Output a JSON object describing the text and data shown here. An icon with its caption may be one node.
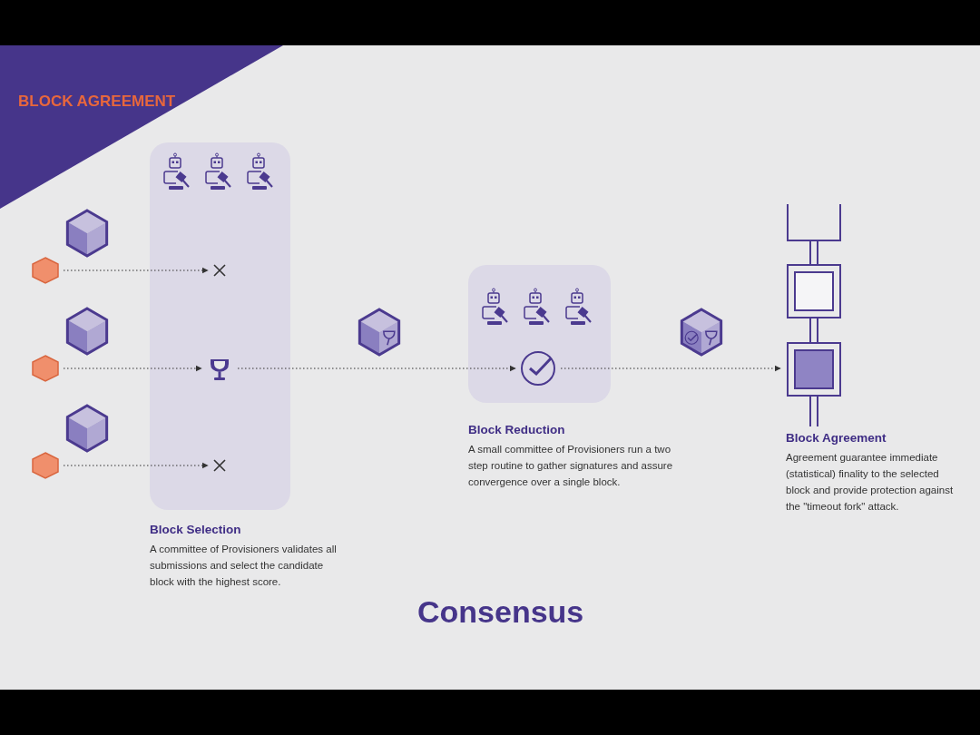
{
  "diagram": {
    "title": "BLOCK AGREEMENT",
    "caption": "Consensus",
    "nodes": [
      {
        "text": [],
        "shape": "hexagon"
      },
      {
        "text": [],
        "shape": "hexagon"
      },
      {
        "text": [],
        "shape": "hexagon"
      },
      {
        "text": [
          "Block Selection",
          "A committee of Provisioners validates all submissions and select the candidate block with the highest score."
        ]
      },
      {
        "text": [],
        "shape": "cross",
        "in": 3
      },
      {
        "text": [],
        "shape": "trophy",
        "in": 3
      },
      {
        "text": [],
        "shape": "cross",
        "in": 3
      },
      {
        "text": [
          "Block Reduction",
          "A small committee of Provisioners run a two step routine to gather signatures and assure convergence over a single block."
        ]
      },
      {
        "text": [],
        "shape": "circle",
        "in": 7
      },
      {
        "text": [
          "Block Agreement",
          "Agreement guarantee immediate (statistical) finality to the selected block and provide protection against the \"timeout fork\" attack."
        ]
      }
    ],
    "edges": [
      {
        "from": 0,
        "to": 4,
        "arrow": "to"
      },
      {
        "from": 1,
        "to": 5,
        "arrow": "to"
      },
      {
        "from": 2,
        "to": 6,
        "arrow": "to"
      },
      {
        "from": 5,
        "to": 8,
        "arrow": "to"
      },
      {
        "from": 8,
        "to": 9,
        "arrow": "to"
      }
    ]
  }
}
